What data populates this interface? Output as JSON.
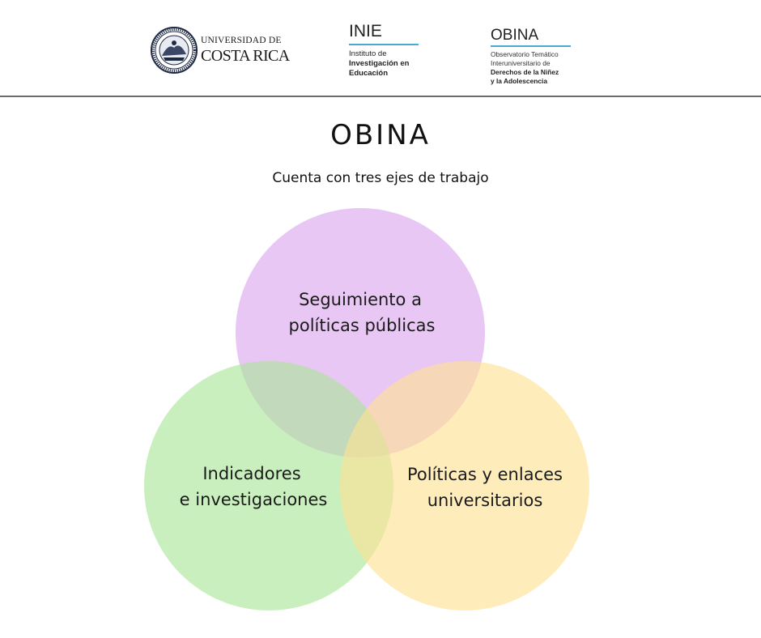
{
  "header": {
    "ucr_logo": {
      "line1": "UNIVERSIDAD DE",
      "line2": "COSTA RICA"
    },
    "inie_logo": {
      "title": "INIE",
      "line1": "Instituto de",
      "line2": "Investigación en",
      "line3": "Educación",
      "rule_color": "#4aaad6"
    },
    "obina_logo": {
      "title": "OBINA",
      "line1": "Observatorio Temático",
      "line2": "Interuniversitario de",
      "line3": "Derechos de la Niñez",
      "line4": "y la Adolescencia",
      "rule_color": "#4aaad6"
    }
  },
  "main": {
    "title": "OBINA",
    "subtitle": "Cuenta con tres ejes de trabajo"
  },
  "venn": {
    "circles": [
      {
        "name": "seguimiento",
        "color": "#dba5ee",
        "label_lines": [
          "Seguimiento a",
          "políticas públicas"
        ]
      },
      {
        "name": "indicadores",
        "color": "#a9e598",
        "label_lines": [
          "Indicadores",
          "e investigaciones"
        ]
      },
      {
        "name": "politicas",
        "color": "#fde192",
        "label_lines": [
          "Políticas y enlaces",
          "universitarios"
        ]
      }
    ]
  }
}
